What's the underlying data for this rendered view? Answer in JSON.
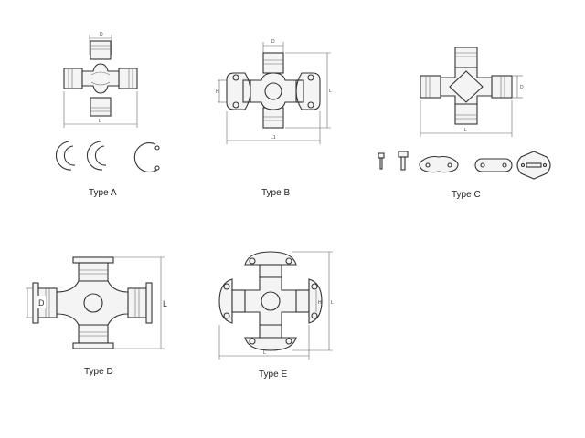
{
  "types": {
    "a": {
      "caption": "Type A",
      "dims": {
        "top": "D",
        "bottom": "L"
      }
    },
    "b": {
      "caption": "Type B",
      "dims": {
        "top": "D",
        "bottom": "L1",
        "right": "L",
        "left": "H"
      }
    },
    "c": {
      "caption": "Type C",
      "dims": {
        "right": "D",
        "bottom": "L"
      }
    },
    "d": {
      "caption": "Type D",
      "dims": {
        "left": "D",
        "right": "L"
      }
    },
    "e": {
      "caption": "Type E",
      "dims": {
        "right1": "H",
        "right2": "L",
        "bottom": "L"
      }
    }
  },
  "colors": {
    "line": "#333333",
    "fill": "#f4f4f4",
    "text": "#222222"
  }
}
